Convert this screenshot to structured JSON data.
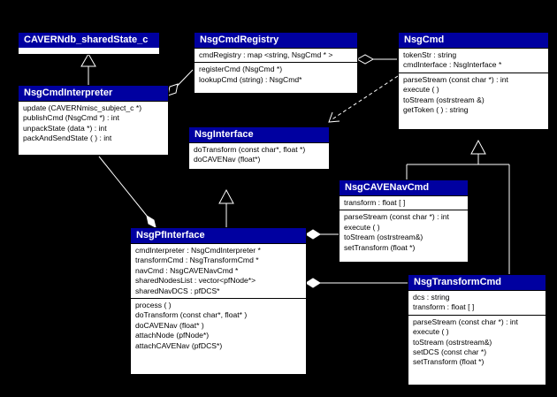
{
  "classes": {
    "shared_state": {
      "name": "CAVERNdb_sharedState_c",
      "attributes": [],
      "operations": []
    },
    "cmd_registry": {
      "name": "NsgCmdRegistry",
      "attributes": [
        "cmdRegistry : map <string, NsgCmd * >"
      ],
      "operations": [
        "registerCmd (NsgCmd *)",
        "lookupCmd (string) : NsgCmd*"
      ]
    },
    "cmd": {
      "name": "NsgCmd",
      "attributes": [
        "tokenStr : string",
        "cmdInterface : NsgInterface *"
      ],
      "operations": [
        "parseStream (const char *) : int",
        "execute ( )",
        "toStream (ostrstream &)",
        "getToken ( ) : string"
      ]
    },
    "cmd_interpreter": {
      "name": "NsgCmdInterpreter",
      "attributes": [],
      "operations": [
        "update (CAVERNmisc_subject_c *)",
        "publishCmd (NsgCmd *) : int",
        "unpackState (data *) : int",
        "packAndSendState ( ) : int"
      ]
    },
    "interface": {
      "name": "NsgInterface",
      "attributes": [],
      "operations": [
        "doTransform (const char*, float *)",
        "doCAVENav (float*)"
      ]
    },
    "cavenav_cmd": {
      "name": "NsgCAVENavCmd",
      "attributes": [
        "transform : float [ ]"
      ],
      "operations": [
        "parseStream (const char *) : int",
        "execute ( )",
        "toStream (ostrstream&)",
        "setTransform (float *)"
      ]
    },
    "pf_interface": {
      "name": "NsgPfInterface",
      "attributes": [
        "cmdInterpreter : NsgCmdInterpreter *",
        "transformCmd : NsgTransformCmd *",
        "navCmd : NsgCAVENavCmd *",
        "sharedNodesList : vector<pfNode*>",
        "sharedNavDCS : pfDCS*"
      ],
      "operations": [
        "process ( )",
        "doTransform (const char*, float* )",
        "doCAVENav (float* )",
        "attachNode (pfNode*)",
        "attachCAVENav (pfDCS*)"
      ]
    },
    "transform_cmd": {
      "name": "NsgTransformCmd",
      "attributes": [
        "dcs : string",
        "transform : float [ ]"
      ],
      "operations": [
        "parseStream (const char *) : int",
        "execute ( )",
        "toStream (ostrstream&)",
        "setDCS (const char *)",
        "setTransform (float *)"
      ]
    }
  },
  "colors": {
    "background": "#000000",
    "header_fill": "#0000a0",
    "header_text": "#ffffff",
    "box_fill": "#ffffff",
    "line": "#ffffff"
  }
}
